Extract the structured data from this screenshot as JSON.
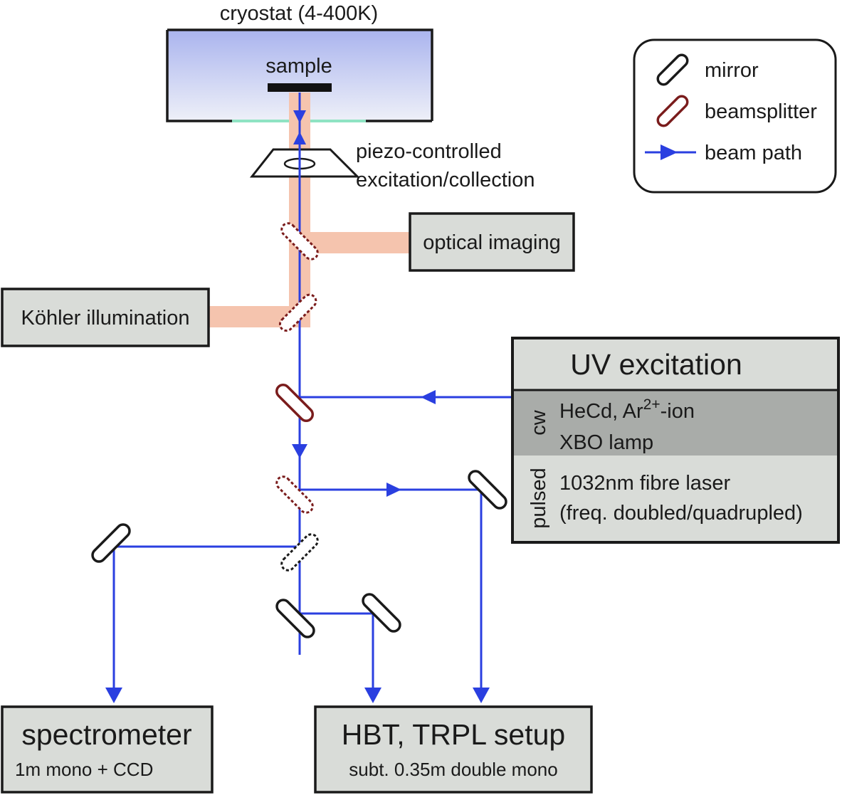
{
  "cryostat": {
    "title": "cryostat (4-400K)",
    "sample_label": "sample"
  },
  "objective": {
    "line1": "piezo-controlled",
    "line2": "excitation/collection"
  },
  "legend": {
    "mirror": "mirror",
    "beamsplitter": "beamsplitter",
    "beam_path": "beam path"
  },
  "optical_imaging": {
    "label": "optical imaging"
  },
  "kohler": {
    "label": "Köhler illumination"
  },
  "uv_excitation": {
    "title": "UV excitation",
    "cw_label": "cw",
    "cw_line1_pre": "HeCd, Ar",
    "cw_line1_sup": "2+",
    "cw_line1_post": "-ion",
    "cw_line2": "XBO lamp",
    "pulsed_label": "pulsed",
    "pulsed_line1": "1032nm fibre laser",
    "pulsed_line2": "(freq. doubled/quadrupled)"
  },
  "spectrometer": {
    "title": "spectrometer",
    "subtitle": "1m mono + CCD"
  },
  "hbt": {
    "title": "HBT, TRPL setup",
    "subtitle": "subt. 0.35m double mono"
  },
  "colors": {
    "beam": "#2a3fe0",
    "optical_path": "#f5c4ae",
    "beamsplitter": "#7a1c1c",
    "mirror": "#1a1a1a",
    "box_fill": "#d9dcd8",
    "cryostat_gradient_top": "#aab4ee",
    "cryostat_gradient_bottom": "#eef0f8",
    "cw_band": "#a9aca9",
    "window": "#8fe3c3"
  }
}
